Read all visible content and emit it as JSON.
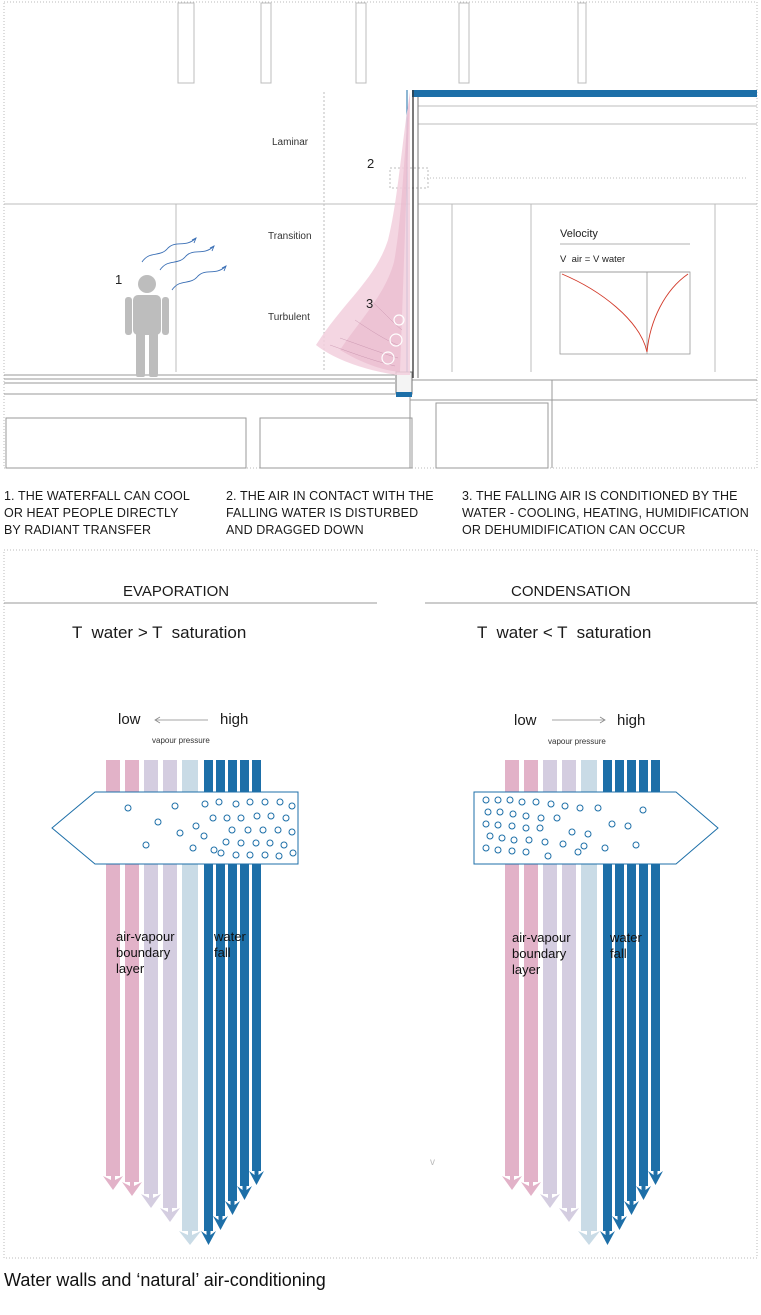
{
  "section_view": {
    "labels": {
      "laminar": "Laminar",
      "transition": "Transition",
      "turbulent": "Turbulent",
      "person_marker": "1",
      "detail_marker": "2",
      "turbulence_marker": "3"
    },
    "velocity_graph": {
      "title": "Velocity",
      "equation": "V  air = V water"
    }
  },
  "captions": [
    {
      "lines": [
        "1. THE WATERFALL CAN COOL",
        "OR HEAT PEOPLE DIRECTLY",
        "BY RADIANT TRANSFER"
      ]
    },
    {
      "lines": [
        "2. THE AIR IN CONTACT WITH THE",
        "FALLING WATER IS DISTURBED",
        "AND DRAGGED DOWN"
      ]
    },
    {
      "lines": [
        "3. THE FALLING AIR IS CONDITIONED BY THE",
        "WATER - COOLING, HEATING, HUMIDIFICATION",
        "OR DEHUMIDIFICATION CAN OCCUR"
      ]
    }
  ],
  "panels": {
    "evaporation": {
      "heading": "EVAPORATION",
      "formula": "T  water > T  saturation",
      "low": "low",
      "high": "high",
      "pressure_label": "vapour pressure",
      "boundary_label": [
        "air-vapour",
        "boundary",
        "layer"
      ],
      "water_label": [
        "water",
        "fall"
      ]
    },
    "condensation": {
      "heading": "CONDENSATION",
      "formula": "T  water < T  saturation",
      "low": "low",
      "high": "high",
      "pressure_label": "vapour pressure",
      "boundary_label": [
        "air-vapour",
        "boundary",
        "layer"
      ],
      "water_label": [
        "water",
        "fall"
      ]
    }
  },
  "colors": {
    "pink": "#e2b2c8",
    "lavender": "#d4cde0",
    "pale_blue": "#c9dbe6",
    "water_blue": "#1d6fa8",
    "line_grey": "#9a9a9a"
  },
  "footer": {
    "title": "Water walls and ‘natural’ air-conditioning"
  }
}
